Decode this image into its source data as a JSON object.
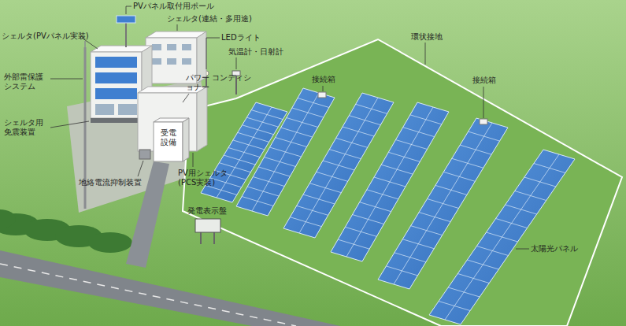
{
  "diagram": {
    "labels": [
      "PVパネル取付用ポール",
      "シェルタ(PVパネル実装)",
      "シェルタ(連結・多用途)",
      "外部雷保護 システム",
      "LEDライト",
      "気温計・日射計",
      "接続箱",
      "環状接地",
      "接続箱",
      "パワー コンディショナー",
      "シェルタ用 免震装置",
      "受電 設備",
      "地絡電流抑制装置",
      "PV用シェルタ (PCS実装)",
      "発電表示盤",
      "太陽光パネル"
    ]
  }
}
